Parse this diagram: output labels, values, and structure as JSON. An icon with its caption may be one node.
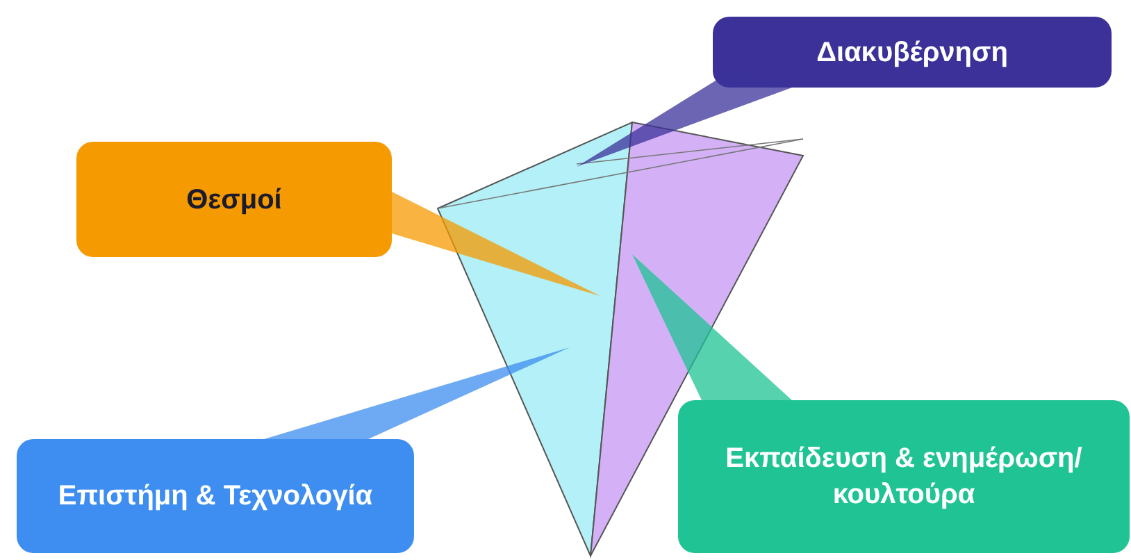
{
  "diagram": {
    "nodes": [
      {
        "text": [
          "Διακυβέρνηση"
        ]
      },
      {
        "text": [
          "Θεσμοί"
        ]
      },
      {
        "text": [
          "Επιστήμη & Τεχνολογία"
        ]
      },
      {
        "text": [
          "Εκπαίδευση & ενημέρωση/κουλτούρα"
        ]
      }
    ]
  }
}
